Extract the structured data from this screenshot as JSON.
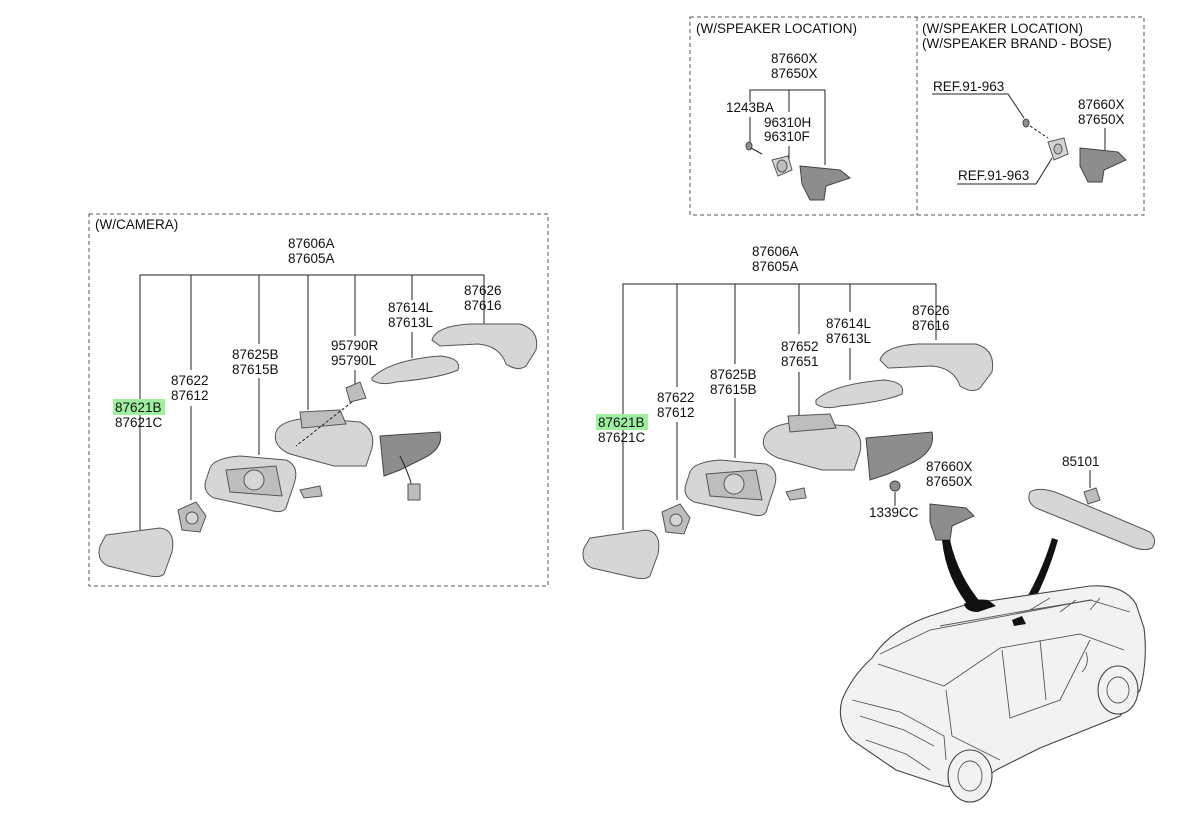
{
  "camera_group": {
    "title": "(W/CAMERA)",
    "assembly": [
      "87606A",
      "87605A"
    ],
    "parts": {
      "glass": [
        "87621B",
        "87621C"
      ],
      "motor": [
        "87622",
        "87612"
      ],
      "holder": [
        "87625B",
        "87615B"
      ],
      "camera": [
        "95790R",
        "95790L"
      ],
      "lamp": [
        "87614L",
        "87613L"
      ],
      "cover": [
        "87626",
        "87616"
      ]
    }
  },
  "main_group": {
    "assembly": [
      "87606A",
      "87605A"
    ],
    "parts": {
      "glass": [
        "87621B",
        "87621C"
      ],
      "motor": [
        "87622",
        "87612"
      ],
      "holder": [
        "87625B",
        "87615B"
      ],
      "housing": [
        "87652",
        "87651"
      ],
      "lamp": [
        "87614L",
        "87613L"
      ],
      "cover": [
        "87626",
        "87616"
      ],
      "triangle": [
        "87660X",
        "87650X"
      ],
      "clip": "1339CC",
      "inside_mirror": "85101"
    }
  },
  "speaker_left": {
    "title": "(W/SPEAKER LOCATION)",
    "assembly": [
      "87660X",
      "87650X"
    ],
    "screw": "1243BA",
    "speaker": [
      "96310H",
      "96310F"
    ]
  },
  "speaker_right": {
    "title_line1": "(W/SPEAKER LOCATION)",
    "title_line2": "(W/SPEAKER BRAND - BOSE)",
    "ref_top": "REF.91-963",
    "ref_bottom": "REF.91-963",
    "assembly": [
      "87660X",
      "87650X"
    ]
  },
  "colors": {
    "highlight": "#9df09d"
  }
}
